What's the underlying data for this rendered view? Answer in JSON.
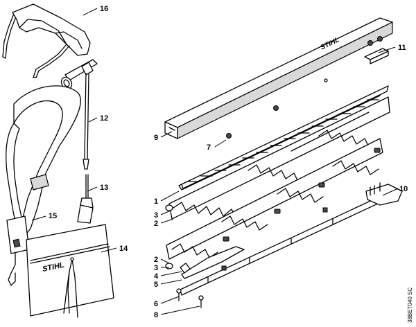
{
  "brand_text": "STIHL",
  "drawing_code": "38BET040 SC",
  "callouts": {
    "c1": "1",
    "c2a": "2",
    "c2b": "2",
    "c3a": "3",
    "c3b": "3",
    "c4": "4",
    "c5": "5",
    "c6": "6",
    "c7": "7",
    "c8": "8",
    "c9": "9",
    "c10": "10",
    "c11": "11",
    "c12": "12",
    "c14": "14",
    "c13": "13",
    "c15": "15",
    "c16": "16"
  }
}
